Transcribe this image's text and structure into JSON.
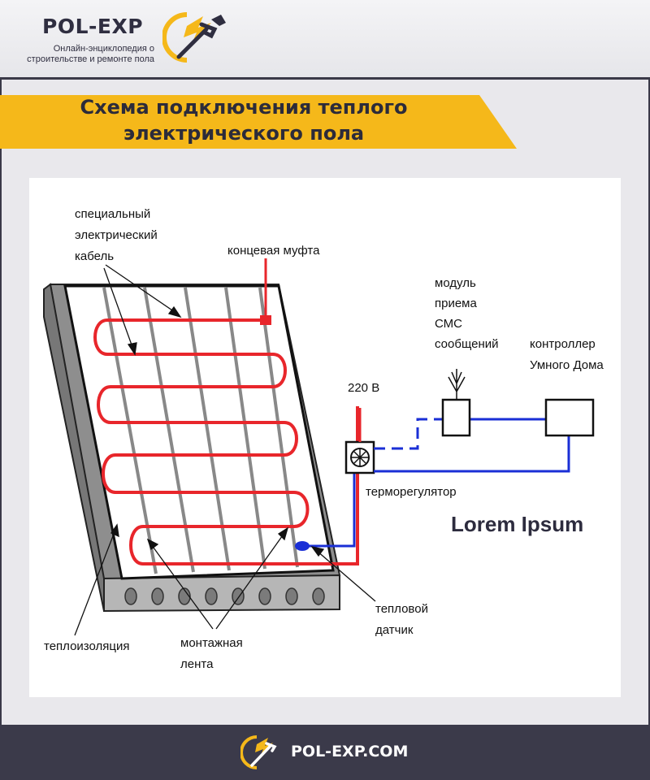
{
  "header": {
    "brand": "POL-EXP",
    "tagline_line1": "Онлайн-энциклопедия  о",
    "tagline_line2": "строительстве и ремонте пола"
  },
  "title": {
    "line1": "Схема подключения теплого",
    "line2": "электрического пола"
  },
  "diagram": {
    "labels": {
      "cable_1": "специальный",
      "cable_2": "электрический",
      "cable_3": "кабель",
      "end_sleeve": "концевая муфта",
      "module_1": "модуль",
      "module_2": "приема",
      "module_3": "СМС",
      "module_4": "сообщений",
      "controller_1": "контроллер",
      "controller_2": "Умного Дома",
      "voltage": "220 В",
      "thermostat": "терморегулятор",
      "watermark": "Lorem Ipsum",
      "sensor_1": "тепловой",
      "sensor_2": "датчик",
      "insulation": "теплоизоляция",
      "tape_1": "монтажная",
      "tape_2": "лента"
    },
    "colors": {
      "cable": "#e8262b",
      "signal": "#1a2fd6",
      "accent": "#f5b81a",
      "dark": "#3b3a4a"
    }
  },
  "footer": {
    "site": "POL-EXP.COM"
  }
}
